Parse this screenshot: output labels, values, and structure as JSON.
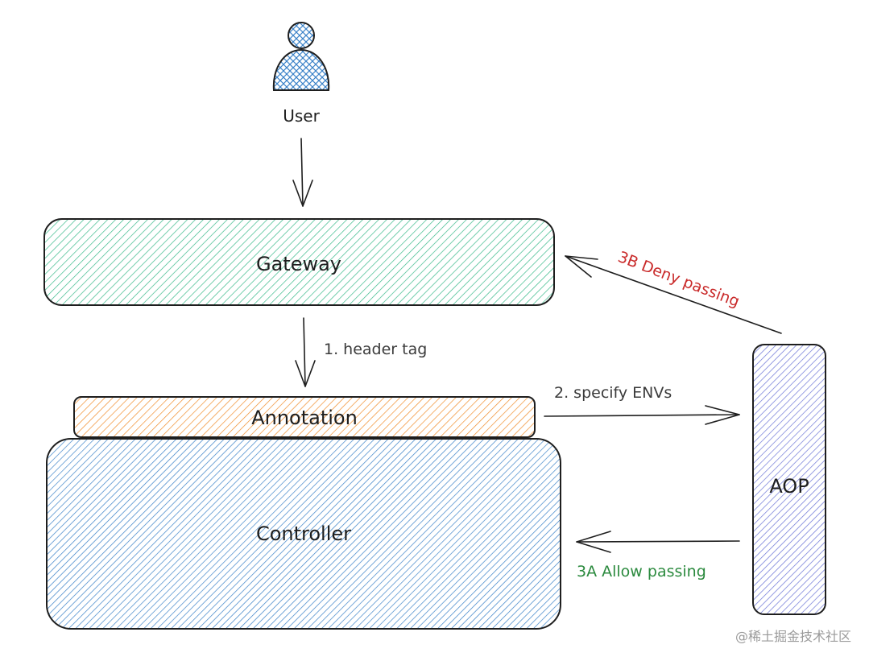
{
  "nodes": {
    "user": "User",
    "gateway": "Gateway",
    "annotation": "Annotation",
    "controller": "Controller",
    "aop": "AOP"
  },
  "edges": {
    "header_tag": "1. header tag",
    "specify_envs": "2. specify ENVs",
    "deny_passing": "3B Deny passing",
    "allow_passing": "3A Allow passing"
  },
  "watermark": "@稀土掘金技术社区",
  "colors": {
    "gateway": "#38b98a",
    "annotation": "#f08c2a",
    "controller": "#3b82c8",
    "aop": "#6b74d6",
    "user": "#3b82c8",
    "deny": "#c92a2a",
    "allow": "#2b8a3e"
  }
}
